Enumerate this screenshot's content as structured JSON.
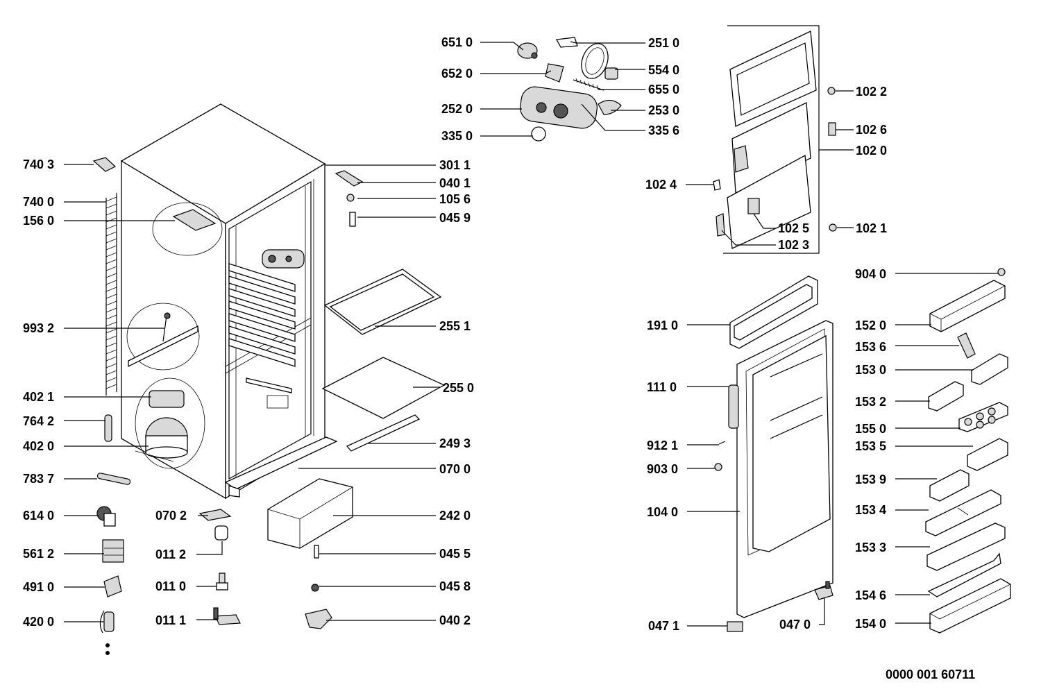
{
  "drawing_number": "0000 001 60711",
  "parts": {
    "p7403": "740 3",
    "p7400": "740 0",
    "p1560": "156 0",
    "p9932": "993 2",
    "p4021": "402 1",
    "p7642": "764 2",
    "p4020": "402 0",
    "p7837": "783 7",
    "p6140": "614 0",
    "p5612": "561 2",
    "p4910": "491 0",
    "p4200": "420 0",
    "p0702": "070 2",
    "p0112": "011 2",
    "p0110": "011 0",
    "p0111": "011 1",
    "p6510": "651 0",
    "p6520": "652 0",
    "p2520": "252 0",
    "p3350": "335 0",
    "p2510": "251 0",
    "p5540": "554 0",
    "p6550": "655 0",
    "p2530": "253 0",
    "p3356": "335 6",
    "p3011": "301 1",
    "p0401": "040 1",
    "p1056": "105 6",
    "p0459": "045 9",
    "p2551": "255 1",
    "p2550": "255 0",
    "p2493": "249 3",
    "p0700": "070 0",
    "p2420": "242 0",
    "p0455": "045 5",
    "p0458": "045 8",
    "p0402": "040 2",
    "p1022": "102 2",
    "p1026": "102 6",
    "p1020": "102 0",
    "p1024": "102 4",
    "p1025": "102 5",
    "p1021": "102 1",
    "p1023": "102 3",
    "p1910": "191 0",
    "p1110": "111 0",
    "p9121": "912 1",
    "p9030": "903 0",
    "p1040": "104 0",
    "p0471": "047 1",
    "p0470": "047 0",
    "p9040": "904 0",
    "p1520": "152 0",
    "p1536": "153 6",
    "p1530": "153 0",
    "p1532": "153 2",
    "p1550": "155 0",
    "p1535": "153 5",
    "p1539": "153 9",
    "p1534": "153 4",
    "p1533": "153 3",
    "p1546": "154 6",
    "p1540": "154 0"
  }
}
